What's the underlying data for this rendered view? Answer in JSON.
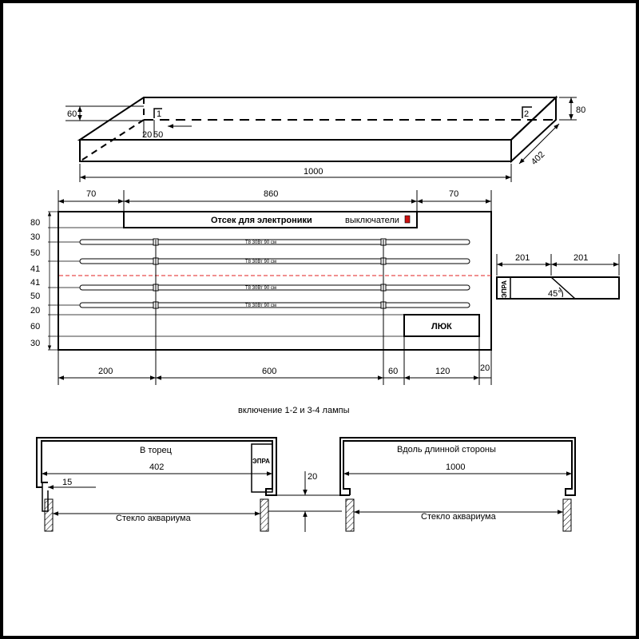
{
  "top_view": {
    "dim_height_left": "60",
    "dim_height_right": "80",
    "dim_depth": "402",
    "dim_length": "1000",
    "dim_20": "20",
    "dim_50": "50",
    "label_1": "1",
    "label_2": "2"
  },
  "plan_view": {
    "top_dims": [
      "70",
      "860",
      "70"
    ],
    "left_dims": [
      "80",
      "30",
      "50",
      "41",
      "41",
      "50",
      "20",
      "60",
      "30"
    ],
    "bottom_dims": [
      "200",
      "600",
      "60",
      "120",
      "20"
    ],
    "electronics_title": "Отсек для электроники",
    "switches_label": "выключатели",
    "lamp_label": "T8 30Вт 90 см",
    "hatch_label": "ЛЮК",
    "colors": {
      "switch": "#cc1111",
      "center_line": "#e02020"
    }
  },
  "side_detail": {
    "dim_left": "201",
    "dim_right": "201",
    "epra": "ЭПРА",
    "angle": "45°"
  },
  "caption": "включение 1-2 и 3-4 лампы",
  "section_end": {
    "title": "В торец",
    "dim_width": "402",
    "dim_15": "15",
    "epra": "ЭПРА",
    "glass": "Стекло аквариума"
  },
  "section_long": {
    "title": "Вдоль длинной стороны",
    "dim_width": "1000",
    "glass": "Стекло аквариума"
  },
  "gap_dim": "20"
}
